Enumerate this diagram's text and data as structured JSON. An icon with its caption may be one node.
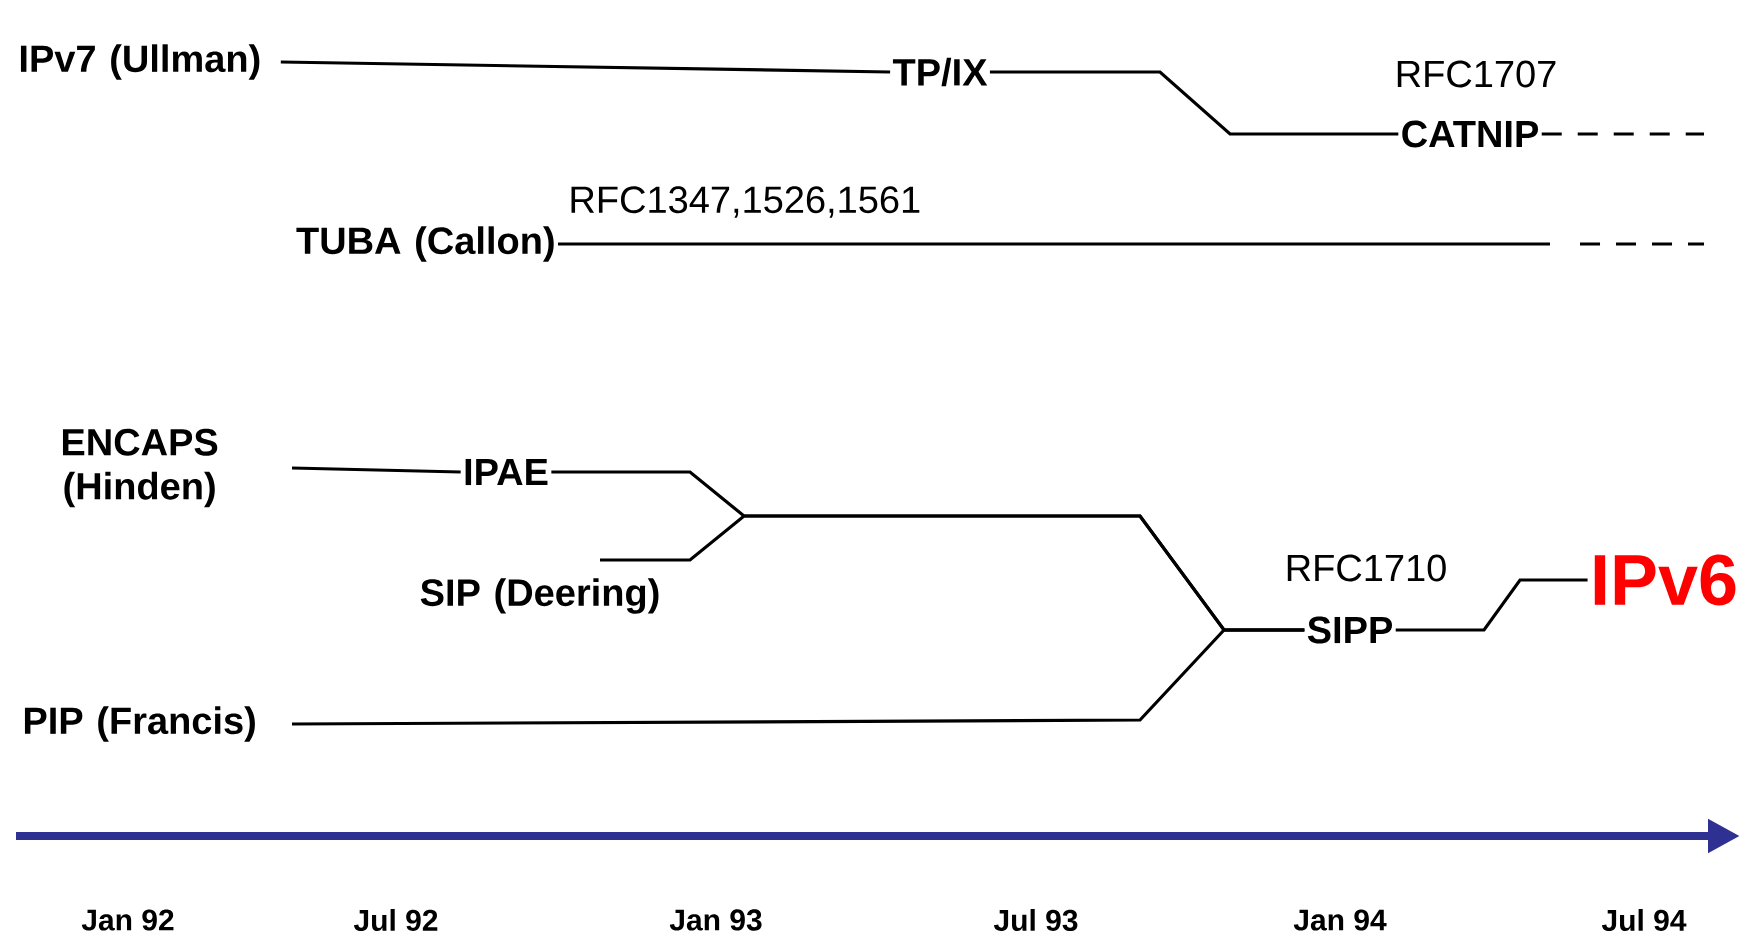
{
  "diagram": {
    "nodes": [
      {
        "text": [
          "IPv7 (Ullman)"
        ]
      },
      {
        "text": [
          "TP/IX"
        ]
      },
      {
        "text": [
          "CATNIP"
        ],
        "beside": [
          "RFC1707"
        ]
      },
      {
        "text": [
          "TUBA (Callon)"
        ],
        "beside": [
          "RFC1347,1526,1561"
        ]
      },
      {
        "text": [
          "ENCAPS (Hinden)"
        ]
      },
      {
        "text": [
          "IPAE"
        ]
      },
      {
        "text": [
          "SIP (Deering)"
        ]
      },
      {
        "text": [
          "PIP (Francis)"
        ]
      },
      {
        "text": [
          "SIPP"
        ],
        "beside": [
          "RFC1710"
        ]
      },
      {
        "text": [
          "IPv6"
        ]
      }
    ],
    "edges": [
      {
        "from": 0,
        "to": 1,
        "arrow": "none"
      },
      {
        "from": 1,
        "to": 2,
        "arrow": "none"
      },
      {
        "from": 2,
        "to": null,
        "arrow": "none",
        "style": "dashed"
      },
      {
        "from": 3,
        "to": null,
        "arrow": "none"
      },
      {
        "from": 4,
        "to": 5,
        "arrow": "none"
      },
      {
        "from": 5,
        "to": 8,
        "arrow": "none"
      },
      {
        "from": 6,
        "to": 8,
        "arrow": "none"
      },
      {
        "from": 7,
        "to": 8,
        "arrow": "none"
      },
      {
        "from": 8,
        "to": 9,
        "arrow": "none"
      }
    ],
    "labels": [
      "Jan 92",
      "Jul 92",
      "Jan 93",
      "Jul 93",
      "Jan 94",
      "Jul 94"
    ]
  }
}
